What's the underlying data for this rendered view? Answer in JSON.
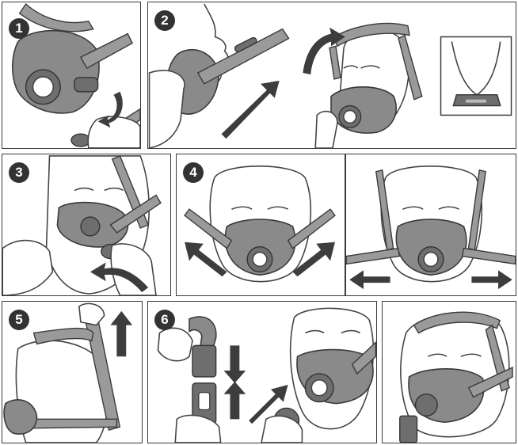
{
  "steps": [
    {
      "number": "1"
    },
    {
      "number": "2"
    },
    {
      "number": "3"
    },
    {
      "number": "4"
    },
    {
      "number": "5"
    },
    {
      "number": "6"
    }
  ],
  "colors": {
    "mask": "#8a8a8a",
    "strap": "#9a9a9a",
    "outline": "#3a3a3a",
    "badge": "#333333",
    "arrow": "#3d3d3d"
  },
  "icons": [
    "mask-icon",
    "headgear-icon",
    "arrow-icon",
    "elbow-icon"
  ]
}
